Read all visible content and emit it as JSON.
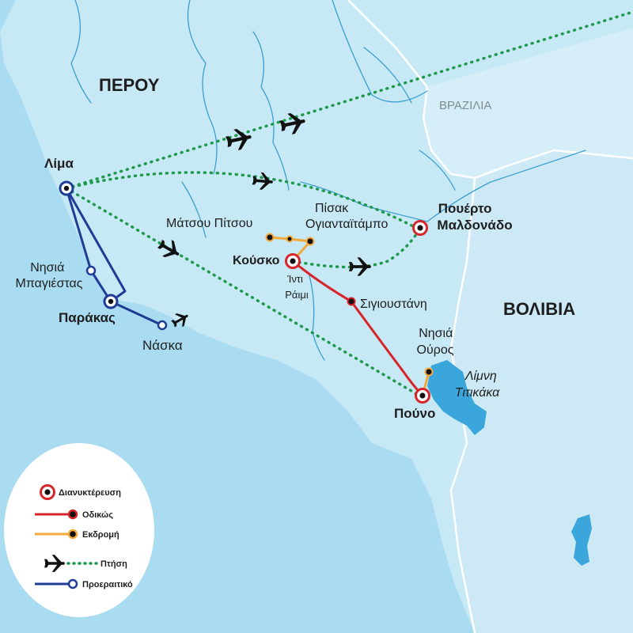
{
  "colors": {
    "sea": "#a9dcf1",
    "land": "#c7e8f5",
    "land_other": "#d6eef7",
    "river": "#3a9fd0",
    "lake": "#3aa6dc",
    "border": "#ffffff",
    "flight": "#1f9a4d",
    "road": "#d6262b",
    "excursion": "#f2a93b",
    "optional": "#1f3d95",
    "stopover_ring": "#d6262b"
  },
  "countries": {
    "peru": "ΠΕΡΟΥ",
    "brazil": "ΒΡΑΖΙΛΙΑ",
    "bolivia": "ΒΟΛΙΒΙΑ"
  },
  "places": {
    "lima": "Λίμα",
    "ballestas": [
      "Νησιά",
      "Μπαγιέστας"
    ],
    "paracas": "Παράκας",
    "nasca": "Νάσκα",
    "machu_picchu": "Μάτσου Πίτσου",
    "pisac_ollantaytambo": [
      "Πίσακ",
      "Ογιανταϊτάμπο"
    ],
    "cusco": "Κούσκο",
    "inti_raymi": [
      "Ίντι",
      "Ράιμι"
    ],
    "sillustani": "Σιγιουστάνη",
    "puerto_maldonado": [
      "Πουέρτο",
      "Μαλδονάδο"
    ],
    "uros_islands": [
      "Νησιά",
      "Ούρος"
    ],
    "lake_titicaca": [
      "Λίμνη",
      "Τιτικάκα"
    ],
    "puno": "Πούνο"
  },
  "legend": {
    "overnight": "Διανυκτέρευση",
    "road": "Οδικώς",
    "excursion": "Εκδρομή",
    "flight": "Πτήση",
    "optional": "Προεραιτικό"
  },
  "icons": {
    "airplane": "airplane-icon",
    "overnight_marker": "overnight-marker-icon"
  }
}
